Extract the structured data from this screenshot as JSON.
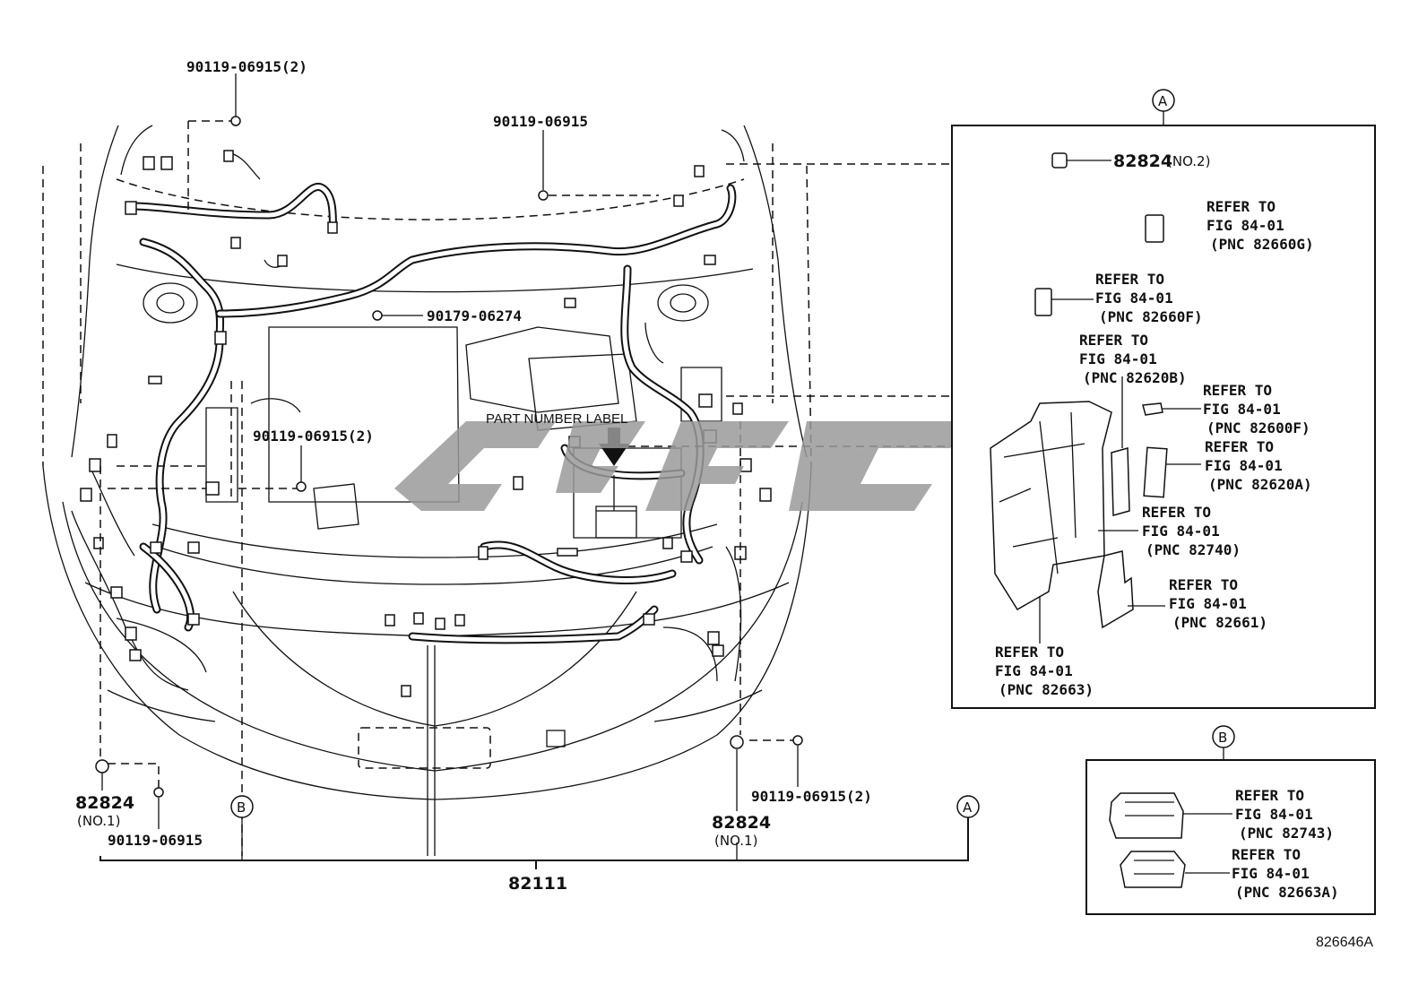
{
  "callouts": {
    "bolt_top_left": "90119-06915(2)",
    "bolt_top_center": "90119-06915",
    "bolt_mid": "90179-06274",
    "bolt_left_mid": "90119-06915(2)",
    "bolt_bottom_left": "90119-06915",
    "bolt_bottom_right": "90119-06915(2)",
    "harness_main": "82111",
    "clamp_left_num": "82824",
    "clamp_left_note": "(NO.1)",
    "clamp_right_num": "82824",
    "clamp_right_note": "(NO.1)",
    "part_number_label": "PART NUMBER LABEL",
    "ref_b_bottom": "B",
    "ref_a_bottom": "A",
    "drawing_code": "826646A"
  },
  "box_a": {
    "marker": "A",
    "item_top_num": "82824",
    "item_top_note": "(NO.2)",
    "refs": [
      {
        "l1": "REFER TO",
        "l2": "FIG 84-01",
        "l3": "(PNC 82660G)"
      },
      {
        "l1": "REFER TO",
        "l2": "FIG 84-01",
        "l3": "(PNC 82660F)"
      },
      {
        "l1": "REFER TO",
        "l2": "FIG 84-01",
        "l3": "(PNC 82620B)"
      },
      {
        "l1": "REFER TO",
        "l2": "FIG 84-01",
        "l3": "(PNC 82600F)"
      },
      {
        "l1": "REFER TO",
        "l2": "FIG 84-01",
        "l3": "(PNC 82620A)"
      },
      {
        "l1": "REFER TO",
        "l2": "FIG 84-01",
        "l3": "(PNC 82740)"
      },
      {
        "l1": "REFER TO",
        "l2": "FIG 84-01",
        "l3": "(PNC 82661)"
      },
      {
        "l1": "REFER TO",
        "l2": "FIG 84-01",
        "l3": "(PNC 82663)"
      }
    ]
  },
  "box_b": {
    "marker": "B",
    "refs": [
      {
        "l1": "REFER TO",
        "l2": "FIG 84-01",
        "l3": "(PNC 82743)"
      },
      {
        "l1": "REFER TO",
        "l2": "FIG 84-01",
        "l3": "(PNC 82663A)"
      }
    ]
  }
}
